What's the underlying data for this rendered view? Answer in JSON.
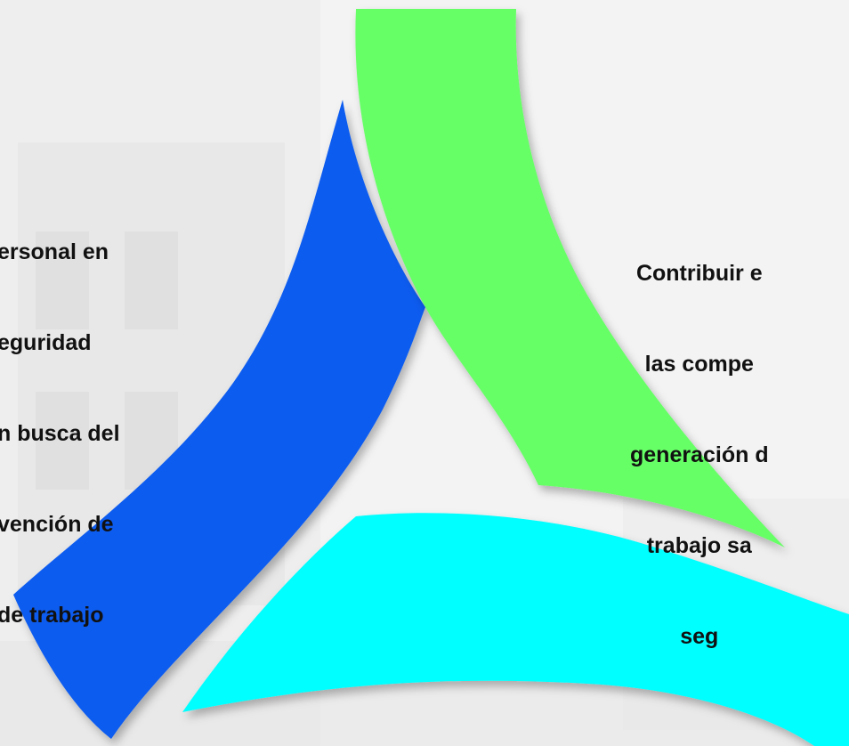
{
  "diagram": {
    "left_text_lines": [
      "ersonal en",
      "eguridad",
      "n busca del",
      "vención de",
      "de trabajo"
    ],
    "right_text_lines": [
      "Contribuir e",
      "las compe",
      "generación d",
      "trabajo sa",
      "seg"
    ],
    "colors": {
      "left_arc": "#0b5cf0",
      "top_arc": "#66ff66",
      "bottom_arc": "#00ffff",
      "text": "#111111"
    }
  }
}
